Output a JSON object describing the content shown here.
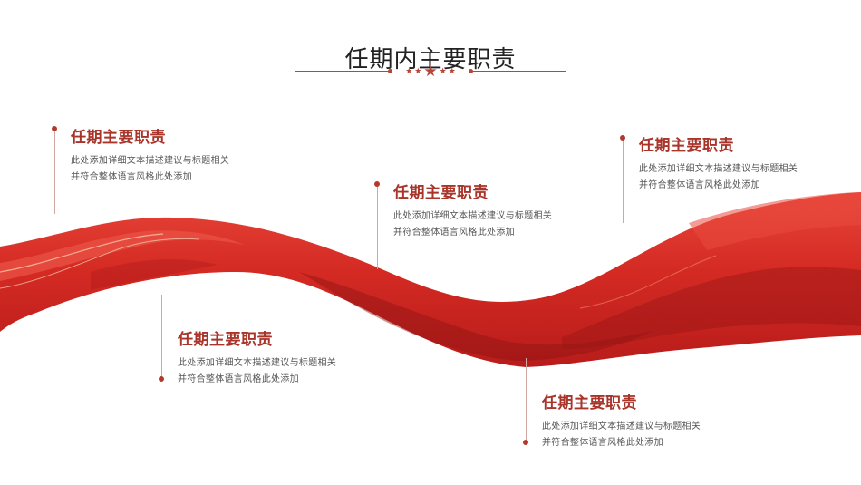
{
  "header": {
    "title": "任期内主要职责",
    "divider": {
      "stars": [
        "★",
        "★",
        "★",
        "★",
        "★"
      ],
      "color": "#b5473a"
    }
  },
  "colors": {
    "accent": "#a8342a",
    "ribbon": "#d42a23",
    "ribbon_dark": "#9d1515",
    "line": "#d3a7a1",
    "dot": "#b23a2c"
  },
  "items": [
    {
      "title": "任期主要职责",
      "desc_line1": "此处添加详细文本描述建议与标题相关",
      "desc_line2": "并符合整体语言风格此处添加"
    },
    {
      "title": "任期主要职责",
      "desc_line1": "此处添加详细文本描述建议与标题相关",
      "desc_line2": "并符合整体语言风格此处添加"
    },
    {
      "title": "任期主要职责",
      "desc_line1": "此处添加详细文本描述建议与标题相关",
      "desc_line2": "并符合整体语言风格此处添加"
    },
    {
      "title": "任期主要职责",
      "desc_line1": "此处添加详细文本描述建议与标题相关",
      "desc_line2": "并符合整体语言风格此处添加"
    },
    {
      "title": "任期主要职责",
      "desc_line1": "此处添加详细文本描述建议与标题相关",
      "desc_line2": "并符合整体语言风格此处添加"
    }
  ]
}
